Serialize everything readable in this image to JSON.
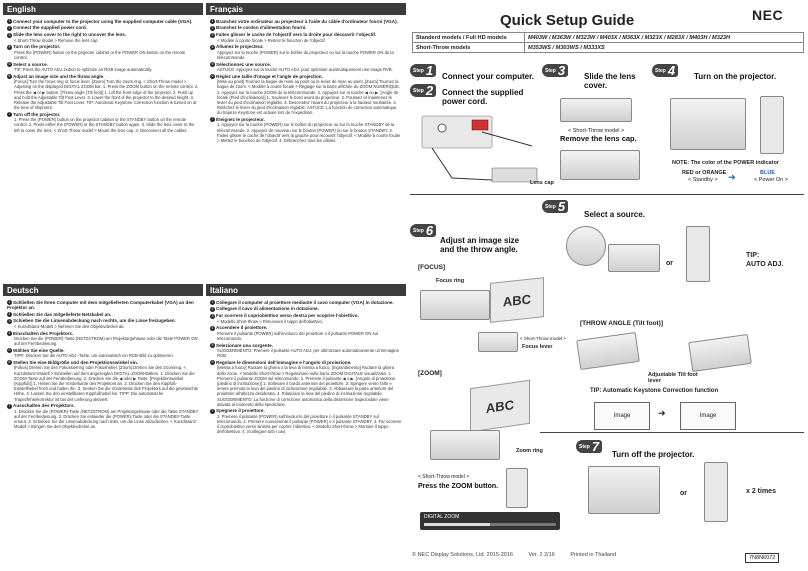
{
  "header": {
    "title": "Quick Setup Guide",
    "brand": "NEC"
  },
  "models": [
    {
      "label": "Standerd models / Full HD models",
      "value": "M403W / M363W / M323W / M403X / M363X / M323X / M283X / M403H / M323H"
    },
    {
      "label": "Short-Throw models",
      "value": "M353WS / M303WS / M333XS"
    }
  ],
  "languages": {
    "english": {
      "name": "English",
      "steps": [
        {
          "n": "1",
          "title": "Connect your computer to the projector using the supplied computer cable (VGA).",
          "body": ""
        },
        {
          "n": "2",
          "title": "Connect the supplied power cord.",
          "body": ""
        },
        {
          "n": "3",
          "title": "Slide the lens cover to the right to uncover the lens.",
          "body": "< Short-Throw model > Remove the lens cap."
        },
        {
          "n": "4",
          "title": "Turn on the projector.",
          "body": "Press the (POWER) button on the projector cabinet or the POWER ON button on the remote control."
        },
        {
          "n": "5",
          "title": "Select a source.",
          "body": "TIP: Press the AUTO ADJ. button to optimize an RGB image automatically."
        },
        {
          "n": "6",
          "title": "Adjust an image size and the throw angle.",
          "body": "[Focus] Turn the focus ring or focus lever. [Zoom] Turn the zoom ring. < Short-Throw model > Adjusting on the displayed DIGITAL ZOOM bar. 1. Press the ZOOM button on the remote control. 2. Press the ◀ or ▶ button. [Throw angle (Tilt foot)] 1. Lift the front edge of the projector. 2. Push up and hold the Adjustable Tilt Foot Lever. 3. Lower the front of the projector to the desired height. 4. Release the Adjustable Tilt Foot Lever. TIP: Automatic Keystone Correction function is turned on at the time of shipment."
        },
        {
          "n": "7",
          "title": "Turn off the projector.",
          "body": "1. Press the (POWER) button on the projector cabinet or the STANDBY button on the remote control. 2. Press either the (POWER) or the STANDBY button again. 3. Slide the lens cover to the left to cover the lens. < Short-Throw model > Mount the lens cap. 4. Disconnect all the cables."
        }
      ]
    },
    "francais": {
      "name": "Français",
      "steps": [
        {
          "n": "1",
          "title": "Branchez votre ordinateur au projecteur à l'aide du câble d'ordinateur fourni (VGA).",
          "body": ""
        },
        {
          "n": "2",
          "title": "Branchez le cordon d'alimentation fourni.",
          "body": ""
        },
        {
          "n": "3",
          "title": "Faites glisser le cache de l'objectif vers la droite pour découvrir l'objectif.",
          "body": "< Modèle à courte focale > Retirez le bouchon de l'objectif."
        },
        {
          "n": "4",
          "title": "Allumez le projecteur.",
          "body": "Appuyez sur la touche (POWER) sur le boîtier du projecteur ou sur la touche POWER ON de la télécommande."
        },
        {
          "n": "5",
          "title": "Sélectionnez une source.",
          "body": "ASTUCE: Appuyez sur la touche AUTO ADJ. pour optimiser automatiquement une image RVB."
        },
        {
          "n": "6",
          "title": "Réglez une taille d'image et l'angle de projection.",
          "body": "[Mise au point] Tournez la bague de mise au point ou le levier de mise au point. [Zoom] Tournez la bague de zoom. < Modèle à courte focale > Réglage sur la barre affichée du ZOOM NUMÉRIQUE. 1. Appuyez sur la touche ZOOM de la télécommande. 2. Appuyez sur la touche ◀ ou ▶. [Angle de focale (Pied d'inclinaison)] 1. Soulevez le bord avant du projecteur. 2. Poussez et maintenez le levier du pied d'inclinaison réglable. 3. Descendez l'avant du projecteur à la hauteur souhaitée. 4. Relâchez le levier du pied d'inclinaison réglable. ASTUCE: La fonction de correction automatique du trapèze Keystone est activée lors de l'expédition."
        },
        {
          "n": "7",
          "title": "Éteignez le projecteur.",
          "body": "1. Appuyez sur la touche (POWER) sur le boîtier du projecteur ou sur la touche STANDBY de la télécommande. 2. Appuyez de nouveau sur le bouton (POWER) ou sur le bouton STANDBY. 3. Faites glisser le cache de l'objectif vers la gauche pour recouvrir l'objectif. < Modèle à courte focale > Mettez le bouchon de l'objectif. 4. Débranchez tous les câbles."
        }
      ]
    },
    "deutsch": {
      "name": "Deutsch",
      "steps": [
        {
          "n": "1",
          "title": "Schließen Sie Ihren Computer mit dem mitgelieferten Computerkabel (VGA) an den Projektor an.",
          "body": ""
        },
        {
          "n": "2",
          "title": "Schließen Sie das mitgelieferte Netzkabel an.",
          "body": ""
        },
        {
          "n": "3",
          "title": "Schieben Sie die Linsenabdeckung nach rechts, um die Linse freizugeben.",
          "body": "< Kurzdistanz-Modell > Nehmen Sie den Objektivdeckel ab."
        },
        {
          "n": "4",
          "title": "Einschalten des Projektors.",
          "body": "Drücken Sie die (POWER)-Taste (NETZSTROM) am Projektorgehäuse oder die Taste POWER ON auf der Fernbedienung."
        },
        {
          "n": "5",
          "title": "Wählen Sie eine Quelle.",
          "body": "TIPP: Drücken Sie die AUTO ADJ.-Taste, um automatisch ein RGB-Bild zu optimieren."
        },
        {
          "n": "6",
          "title": "Stellen Sie eine Bildgröße und den Projektionswinkel ein.",
          "body": "[Fokus] Drehen Sie den Fokussierring oder Fokushebel. [Zoom] Drehen Sie den Zoomring. < Kurzdistanz-Modell > Einstellen auf dem angezeigten DIGITAL-ZOOM-Balken. 1. Drücken Sie die ZOOM-Taste auf der Fernbedienung. 2. Drücken Sie die ◀ oder ▶ Taste. [Projektionswinkel (Kippfuß)] 1. Heben Sie die Vorderkante des Projektors an. 2. Drücken Sie den Kippfuß-Einstellhebel hoch und halten ihn. 3. Senken Sie die Vorderseite des Projektors auf die gewünschte Höhe. 4. Lassen Sie den einstellbaren Kippfußhebel los. TIPP: Die automatische Trapezfehlerkorrektur ist bei der Lieferung aktiviert."
        },
        {
          "n": "7",
          "title": "Ausschalten des Projektors.",
          "body": "1. Drücken Sie die (POWER)-Taste (NETZSTROM) am Projektorgehäuse oder die Taste STANDBY auf der Fernbedienung. 2. Drücken Sie entweder die (POWER)-Taste oder die STANDBY-Taste erneut. 3. Schieben Sie die Linsenabdeckung nach links, um die Linse abzudecken. < Kurzdistanz-Modell > Bringen Sie den Objektivdeckel an."
        }
      ]
    },
    "italiano": {
      "name": "Italiano",
      "steps": [
        {
          "n": "1",
          "title": "Collegare il computer al proiettore mediante il cavo computer (VGA) in dotazione.",
          "body": ""
        },
        {
          "n": "2",
          "title": "Collegare il cavo di alimentazione in dotazione.",
          "body": ""
        },
        {
          "n": "3",
          "title": "Far scorrere il copriobiettivo verso destra per scoprire l'obiettivo.",
          "body": "< Modello Short-throw > Rimuovere il tappo dell'obiettivo."
        },
        {
          "n": "4",
          "title": "Accendere il proiettore.",
          "body": "Premere il pulsante (POWER) sull'involucro del proiettore o il pulsante POWER ON sul telecomando."
        },
        {
          "n": "5",
          "title": "Selezionare una sorgente.",
          "body": "SUGGERIMENTO: Premere il pulsante AUTO ADJ. per ottimizzare automaticamente un'immagine RGB."
        },
        {
          "n": "6",
          "title": "Regolare le dimensioni dell'immagine e l'angolo di proiezione.",
          "body": "[Messa a fuoco] Ruotare la ghiera o la leva di messa a fuoco. [Ingrandimento] Ruotare la ghiera dello zoom. < Modello Short-throw > Regolazione sulla barra ZOOM DIGITALE visualizzata. 1. Premere il pulsante ZOOM sul telecomando. 2. Premere il pulsante ◀ o ▶. [Angolo di proiezione (piedino di inclinazione)] 1. Sollevare il bordo anteriore del proiettore. 2. Spingere verso l'alto e tenere premuta la leva del piedino di inclinazione regolabile. 3. Abbassare la parte anteriore del proiettore all'altezza desiderata. 4. Rilasciare la leva del piedino di inclinazione regolabile. SUGGERIMENTO: La funzione di correzione automatica della distorsione trapezoidale viene attivata al momento della spedizione."
        },
        {
          "n": "7",
          "title": "Spegnere il proiettore.",
          "body": "1. Premere il pulsante (POWER) sull'involucro del proiettore o il pulsante STANDBY sul telecomando. 2. Premere nuovamente il pulsante (POWER) o il pulsante STANDBY. 3. Far scorrere il copriobiettivo verso sinistra per coprire l'obiettivo. < Modello Short-throw > Montare il tappo dell'obiettivo. 4. Scollegare tutti i cavi."
        }
      ]
    }
  },
  "diagram": {
    "step_word": "Step",
    "s1": {
      "n": "1",
      "title": "Connect your computer."
    },
    "s2": {
      "n": "2",
      "title": "Connect the supplied power cord."
    },
    "s3": {
      "n": "3",
      "title": "Slide the lens cover.",
      "short_throw": "< Short-Throw model >",
      "remove": "Remove the lens cap.",
      "lens_cap": "Lens cap"
    },
    "s4": {
      "n": "4",
      "title": "Turn on the projector.",
      "note": "NOTE: The color of the POWER indicator",
      "red_orange": "RED or ORANGE",
      "standby": "< Standby >",
      "blue": "BLUE",
      "power_on": "< Power On >"
    },
    "s5": {
      "n": "5",
      "title": "Select a source.",
      "or": "or",
      "tip": "TIP:",
      "auto_adj": "AUTO ADJ."
    },
    "s6": {
      "n": "6",
      "title": "Adjust an image size and the throw angle.",
      "focus": "[FOCUS]",
      "focus_ring": "Focus ring",
      "focus_lever": "Focus lever",
      "short_throw": "< Short-Throw model >",
      "throw_angle": "[THROW ANGLE (Tilt foot)]",
      "tilt_lever": "Adjustable Tilt foot lever",
      "tip": "TIP: Automatic Keystone Correction function",
      "image": "Image",
      "zoom": "[ZOOM]",
      "zoom_ring": "Zoom ring",
      "press_zoom": "Press the ZOOM button.",
      "abc": "ABC",
      "digital_zoom": "DIGITAL ZOOM"
    },
    "s7": {
      "n": "7",
      "title": "Turn off the projector.",
      "or": "or",
      "x2": "x 2 times"
    }
  },
  "footer": {
    "copyright": "© NEC Display Solutions, Ltd. 2015-2016",
    "version": "Ver. 2  2/16",
    "printed": "Printed in Thailand",
    "code": "7N8N6072"
  }
}
